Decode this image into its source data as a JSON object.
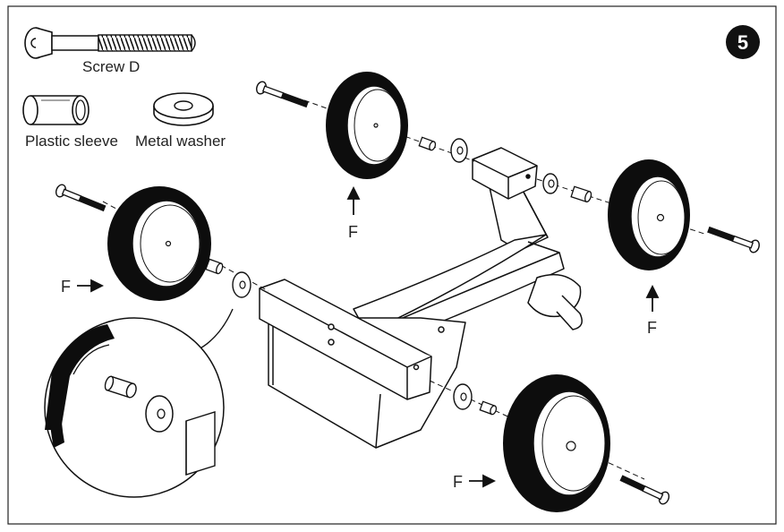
{
  "step_number": "5",
  "parts": {
    "screw": "Screw D",
    "sleeve": "Plastic sleeve",
    "washer": "Metal washer"
  },
  "direction_labels": {
    "top_wheel": "F",
    "left_wheel": "F",
    "right_wheel": "F",
    "bottom_wheel": "F"
  },
  "colors": {
    "ink": "#111111",
    "tire": "#0d0d0d",
    "background": "#ffffff"
  }
}
